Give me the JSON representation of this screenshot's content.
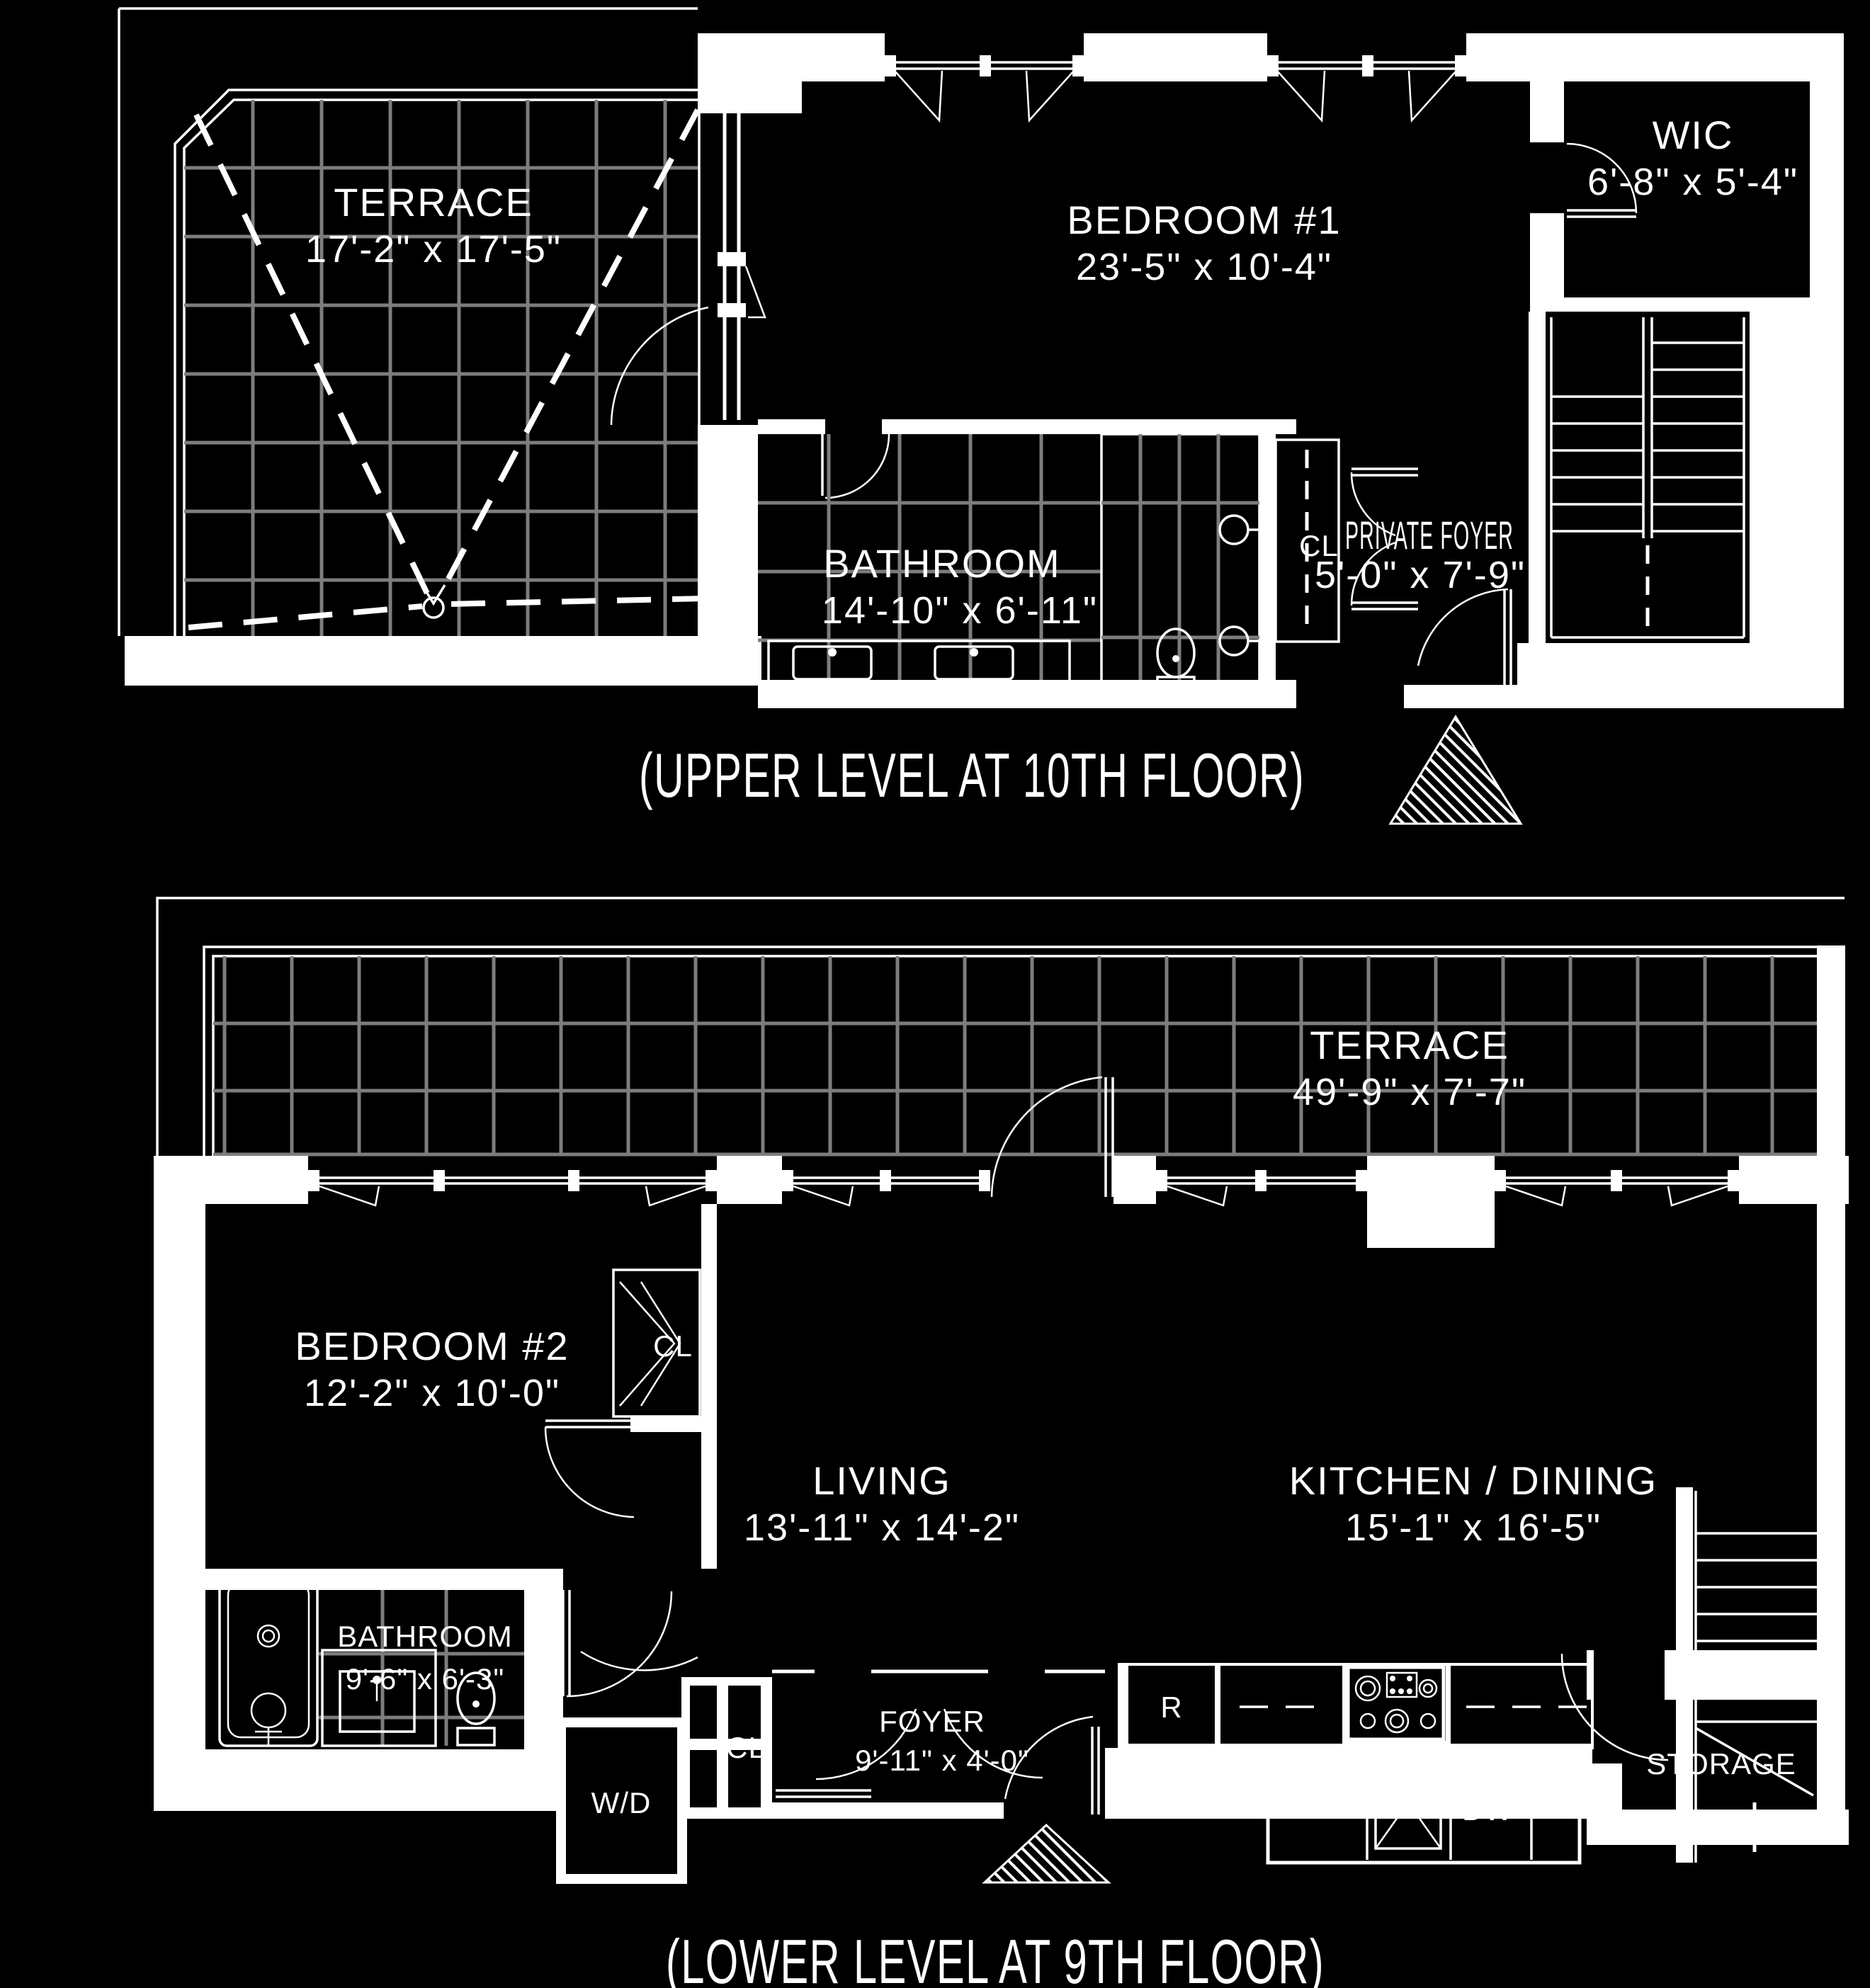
{
  "colors": {
    "background": "#000000",
    "lines": "#ffffff",
    "tile_grid": "#7d7d7d"
  },
  "upper": {
    "caption": "(UPPER LEVEL AT 10TH FLOOR)",
    "terrace": {
      "name": "TERRACE",
      "dims": "17'-2\" x 17'-5\""
    },
    "bedroom1": {
      "name": "BEDROOM #1",
      "dims": "23'-5\" x 10'-4\""
    },
    "bathroom": {
      "name": "BATHROOM",
      "dims": "14'-10\" x 6'-11\""
    },
    "wic": {
      "name": "WIC",
      "dims": "6'-8\" x 5'-4\""
    },
    "private_foyer": {
      "name": "PRIVATE FOYER",
      "dims": "5'-0\" x 7'-9\""
    },
    "closet": "CL"
  },
  "lower": {
    "caption": "(LOWER LEVEL AT 9TH FLOOR)",
    "terrace": {
      "name": "TERRACE",
      "dims": "49'-9\" x 7'-7\""
    },
    "bedroom2": {
      "name": "BEDROOM #2",
      "dims": "12'-2\" x 10'-0\""
    },
    "living": {
      "name": "LIVING",
      "dims": "13'-11\" x 14'-2\""
    },
    "kitchen": {
      "name": "KITCHEN / DINING",
      "dims": "15'-1\" x 16'-5\""
    },
    "bathroom": {
      "name": "BATHROOM",
      "dims": "9'-6\" x 6'-3\""
    },
    "foyer": {
      "name": "FOYER",
      "dims": "9'-11\" x 4'-0\""
    },
    "storage": "STORAGE",
    "washer_dryer": "W/D",
    "closet_bedroom": "CL",
    "closet_foyer": "CL",
    "dishwasher": "DW",
    "refrigerator": "R"
  }
}
